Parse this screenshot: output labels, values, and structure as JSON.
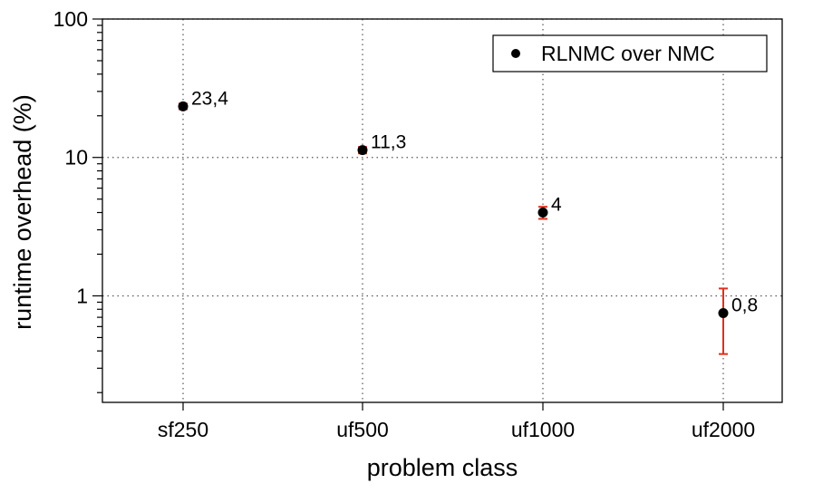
{
  "chart_data": {
    "type": "scatter",
    "xlabel": "problem class",
    "ylabel": "runtime overhead (%)",
    "categories": [
      "sf250",
      "uf500",
      "uf1000",
      "uf2000"
    ],
    "y_scale": "log",
    "ylim": [
      0.17,
      100
    ],
    "y_ticks": [
      1,
      10,
      100
    ],
    "y_tick_labels": [
      "1",
      "10",
      "100"
    ],
    "grid": true,
    "legend": {
      "position": "top-right",
      "entries": [
        "RLNMC over NMC"
      ]
    },
    "series": [
      {
        "name": "RLNMC over NMC",
        "values": [
          23.4,
          11.3,
          4,
          0.75
        ],
        "error_low": [
          22.3,
          10.7,
          3.6,
          0.38
        ],
        "error_high": [
          24.5,
          11.9,
          4.4,
          1.13
        ],
        "labels": [
          "23,4",
          "11,3",
          "4",
          "0,8"
        ]
      }
    ],
    "colors": {
      "points": "#000000",
      "error_bars": "#e0301e",
      "grid": "#555555"
    }
  }
}
